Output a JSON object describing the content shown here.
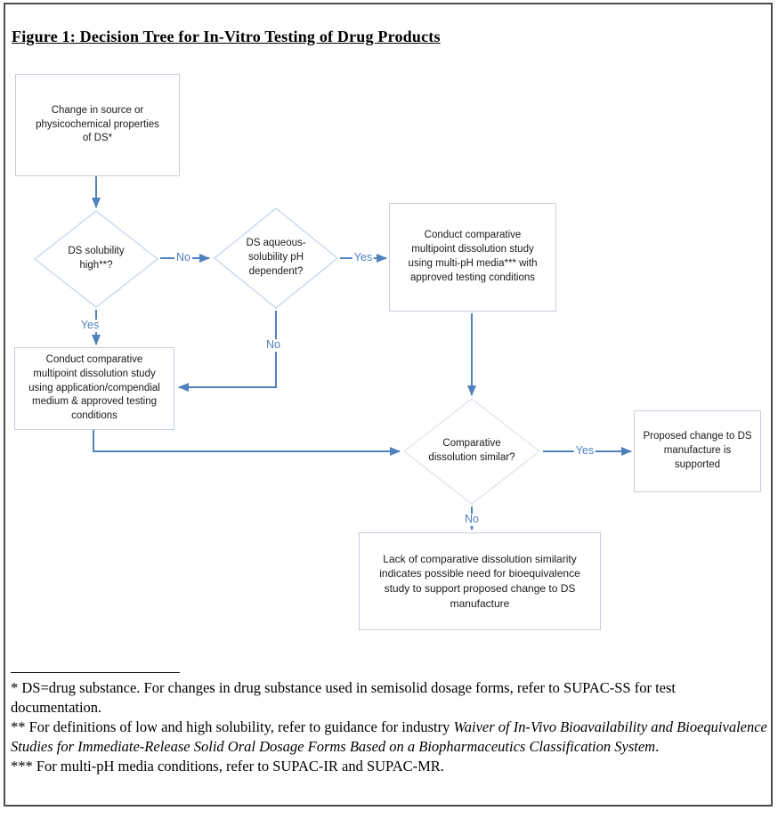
{
  "title": "Figure 1: Decision Tree for In-Vitro Testing of Drug Products",
  "colors": {
    "arrow": "#4f81bd",
    "box_border": "#c5cede",
    "diamond_border": "#c6d3ea"
  },
  "nodes": {
    "change_source": {
      "label": "Change in source or\nphysicochemical properties\nof DS*"
    },
    "solubility_high": {
      "label": "DS solubility\nhigh**?"
    },
    "ph_dependent": {
      "label": "DS aqueous-\nsolubility pH\ndependent?"
    },
    "multi_ph_study": {
      "label": "Conduct comparative\nmultipoint dissolution study\nusing multi-pH media*** with\napproved testing conditions"
    },
    "compendial_study": {
      "label": "Conduct comparative\nmultipoint dissolution study\nusing application/compendial\nmedium & approved testing\nconditions"
    },
    "dissolution_similar": {
      "label": "Comparative\ndissolution similar?"
    },
    "change_supported": {
      "label": "Proposed change to DS\nmanufacture is\nsupported"
    },
    "lack_similarity": {
      "label": "Lack of comparative dissolution similarity\nindicates possible need for bioequivalence\nstudy to support proposed change to DS\nmanufacture"
    }
  },
  "edges": {
    "solubility_no": "No",
    "ph_yes": "Yes",
    "solubility_yes": "Yes",
    "ph_no": "No",
    "similar_yes": "Yes",
    "similar_no": "No"
  },
  "footnotes": {
    "note1": "* DS=drug substance. For changes in drug substance used in semisolid dosage forms, refer to SUPAC-SS for test documentation.",
    "note2_prefix": "** For definitions of low and high solubility, refer to guidance for industry ",
    "note2_italic": "Waiver of In-Vivo Bioavailability and Bioequivalence Studies for Immediate-Release Solid Oral Dosage Forms Based on a Biopharmaceutics Classification System",
    "note2_suffix": ".",
    "note3": "*** For multi-pH media conditions, refer to SUPAC-IR and SUPAC-MR."
  }
}
